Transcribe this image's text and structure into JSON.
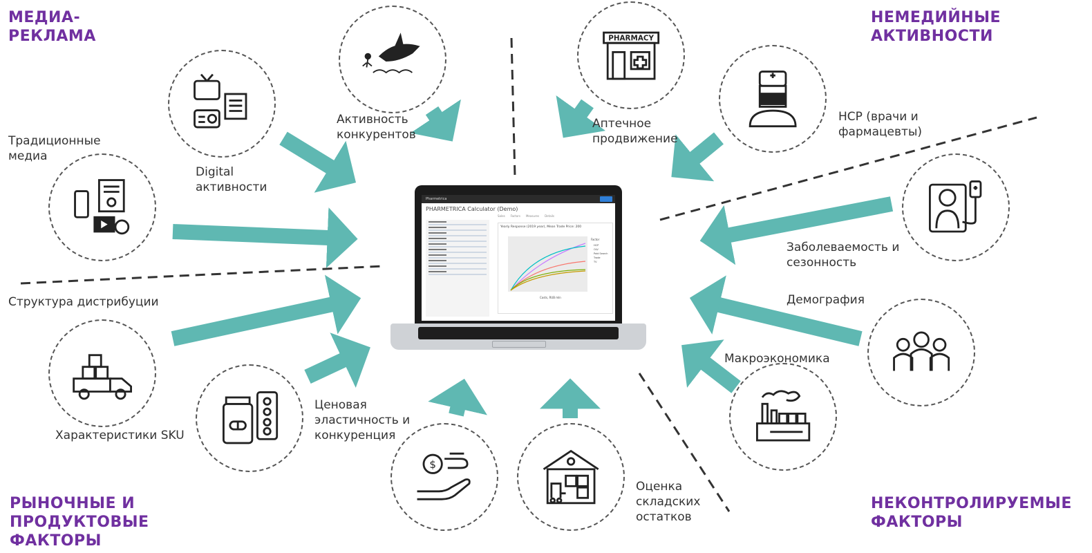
{
  "quadrants": {
    "top_left": "МЕДИА-\nРЕКЛАМА",
    "top_right": "НЕМЕДИЙНЫЕ\nАКТИВНОСТИ",
    "bottom_left": "РЫНОЧНЫЕ И\nПРОДУКТОВЫЕ\nФАКТОРЫ",
    "bottom_right": "НЕКОНТРОЛИРУЕМЫЕ\nФАКТОРЫ"
  },
  "labels": {
    "traditional_media": "Традиционные\nмедиа",
    "digital": "Digital\nактивности",
    "competitors": "Активность\nконкурентов",
    "pharmacy": "Аптечное\nпродвижение",
    "hcp": "HCP (врачи и\nфармацевты)",
    "morbidity": "Заболеваемость и\nсезонность",
    "demography": "Демография",
    "macro": "Макроэкономика",
    "stock": "Оценка\nскладских\nостатков",
    "price": "Ценовая\nэластичность и\nконкуренция",
    "sku": "Характеристики SKU",
    "distribution": "Структура дистрибуции"
  },
  "laptop_screen": {
    "app_name": "Pharmetrica",
    "app_title": "PHARMETRICA Calculator (Demo)",
    "tabs": [
      "Sales",
      "Factors",
      "Measures",
      "Details"
    ],
    "plot_title": "Yearly Response (2019 year), Mean Trade Price: 200",
    "x_label": "Costs, RUB mln",
    "legend_title": "Factor",
    "legend": [
      "HCP",
      "OLV",
      "Paid Search",
      "Trade",
      "TV"
    ]
  },
  "colors": {
    "accent_title": "#7030a0",
    "arrow": "#5fb8b2",
    "divider": "#333333"
  },
  "icons": [
    "tv-radio-newspaper-icon",
    "shark-competitor-icon",
    "pharmacy-icon",
    "doctor-icon",
    "phone-document-video-icon",
    "patient-iv-icon",
    "people-demography-icon",
    "factory-icon",
    "warehouse-forklift-icon",
    "coin-hand-icon",
    "medicine-pills-icon",
    "delivery-truck-icon"
  ]
}
